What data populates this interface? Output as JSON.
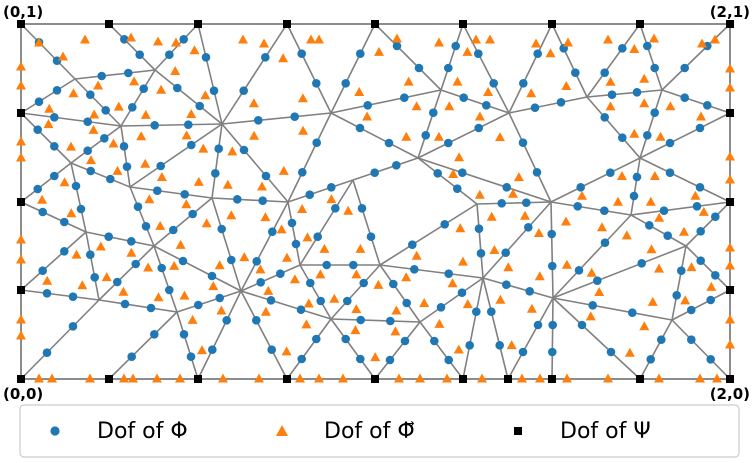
{
  "corners": {
    "top_left": "(0,1)",
    "top_right": "(2,1)",
    "bottom_left": "(0,0)",
    "bottom_right": "(2,0)"
  },
  "legend": {
    "phi": "Dof of Φ",
    "vec_phi": "Dof of Φ⃗",
    "psi": "Dof of Ψ"
  },
  "colors": {
    "edge": "#808080",
    "phi_marker": "#1f77b4",
    "vec_phi_marker": "#ff7f0e",
    "psi_marker": "#000000",
    "legend_border": "#cccccc"
  }
}
